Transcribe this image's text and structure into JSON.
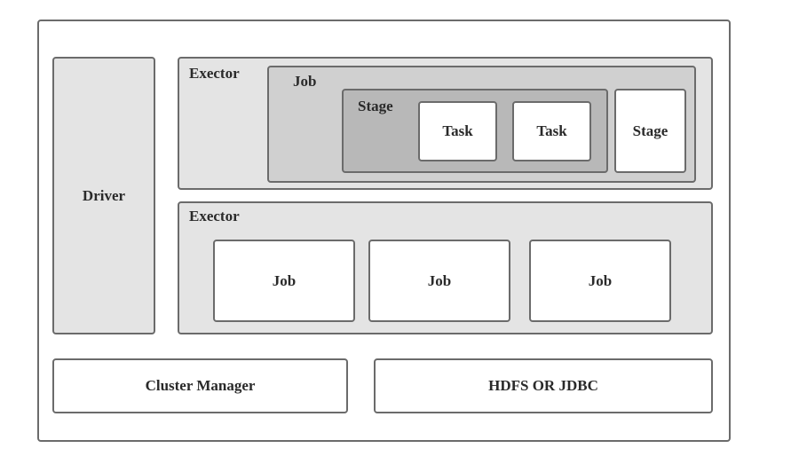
{
  "diagram": {
    "driver": "Driver",
    "executor_top": {
      "label": "Exector",
      "job": {
        "label": "Job",
        "stage": {
          "label": "Stage",
          "tasks": [
            "Task",
            "Task"
          ]
        },
        "stage2": "Stage"
      }
    },
    "executor_bottom": {
      "label": "Exector",
      "jobs": [
        "Job",
        "Job",
        "Job"
      ]
    },
    "cluster_manager": "Cluster Manager",
    "storage": "HDFS OR JDBC"
  },
  "colors": {
    "border": "#6b6b6b",
    "panel_light": "#e4e4e4",
    "panel_mid": "#d0d0d0",
    "panel_dark": "#b8b8b8",
    "white": "#ffffff"
  }
}
